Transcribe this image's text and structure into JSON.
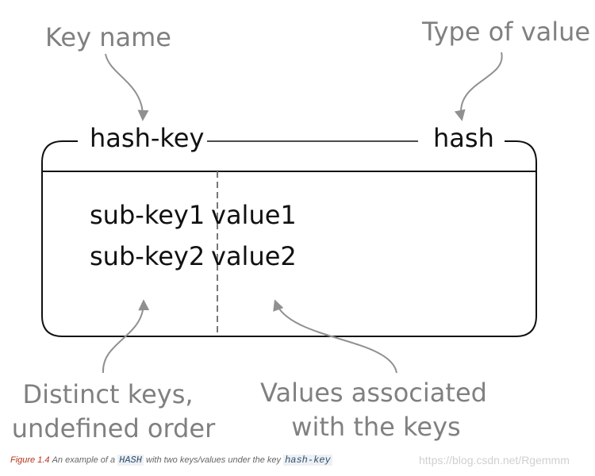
{
  "annotations": {
    "key_name": "Key name",
    "value_type": "Type of value",
    "distinct_keys_line1": "Distinct keys,",
    "distinct_keys_line2": "undefined order",
    "values_assoc_line1": "Values associated",
    "values_assoc_line2": "with the keys"
  },
  "box": {
    "key": "hash-key",
    "type": "hash",
    "entries": [
      {
        "sub_key": "sub-key1",
        "value": "value1"
      },
      {
        "sub_key": "sub-key2",
        "value": "value2"
      }
    ]
  },
  "caption": {
    "figure": "Figure 1.4",
    "part1": "An example of a",
    "code1": "HASH",
    "part2": "with two keys/values under the key",
    "code2": "hash-key"
  },
  "watermark": "https://blog.csdn.net/Rgemmm",
  "colors": {
    "text": "#111111",
    "annotation": "#808080",
    "figure_label": "#b5341c"
  }
}
